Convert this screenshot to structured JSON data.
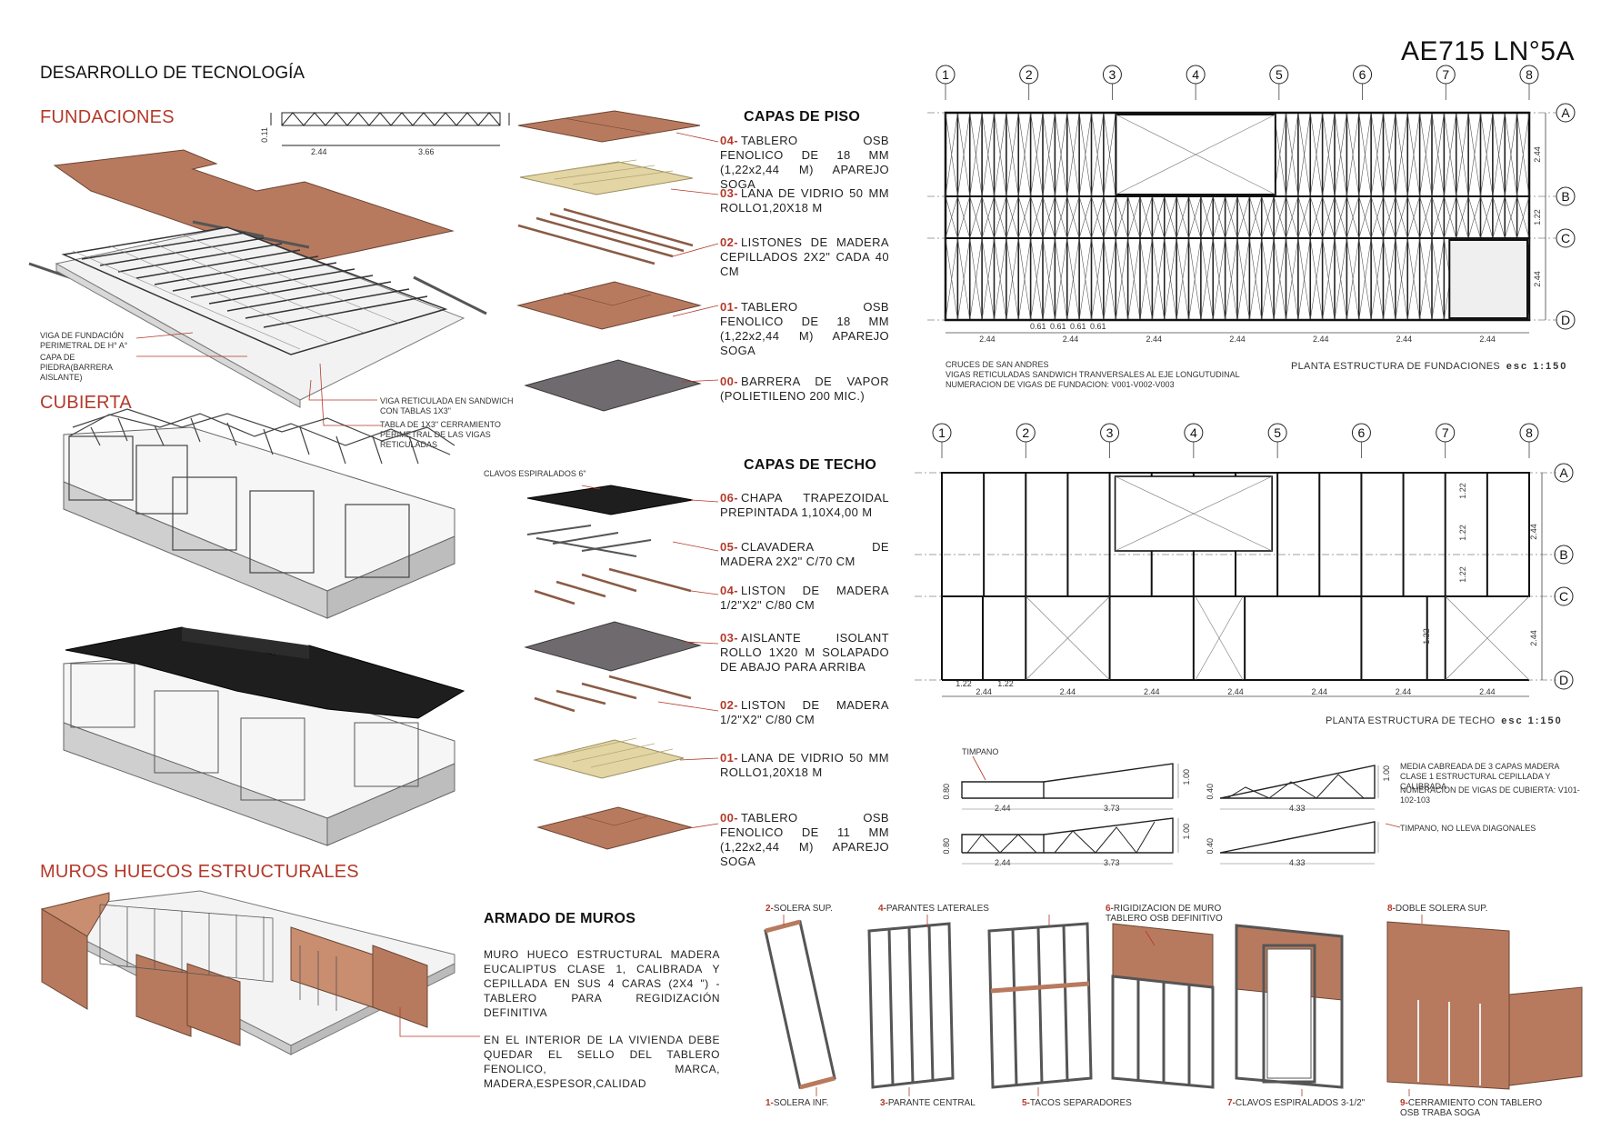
{
  "page": {
    "code": "AE715 LN°5A",
    "title": "DESARROLLO DE TECNOLOGÍA"
  },
  "sections": {
    "fundaciones": "FUNDACIONES",
    "cubierta": "CUBIERTA",
    "muros": "MUROS HUECOS ESTRUCTURALES"
  },
  "found_notes": {
    "viga_perimetral": "VIGA DE FUNDACIÓN PERIMETRAL DE H° A°",
    "capa_piedra": "CAPA DE PIEDRA(BARRERA AISLANTE)",
    "viga_reticulada": "VIGA RETICULADA EN SANDWICH CON TABLAS 1X3\"",
    "tabla": "TABLA DE 1X3\" CERRAMIENTO PERIMETRAL DE LAS VIGAS RETICULADAS",
    "dim_a": "2.44",
    "dim_b": "3.66",
    "dim_h": "0.11"
  },
  "capas_piso": {
    "title": "CAPAS DE PISO",
    "items": [
      {
        "num": "04-",
        "text": "TABLERO OSB FENOLICO DE 18 MM (1,22x2,44 M) APAREJO SOGA"
      },
      {
        "num": "03-",
        "text": "LANA DE VIDRIO 50 MM ROLLO1,20X18 M"
      },
      {
        "num": "02-",
        "text": "LISTONES DE MADERA CEPILLADOS 2X2\" CADA 40 CM"
      },
      {
        "num": "01-",
        "text": "TABLERO OSB FENOLICO DE 18 MM (1,22x2,44 M) APAREJO SOGA"
      },
      {
        "num": "00-",
        "text": "BARRERA DE VAPOR (POLIETILENO 200 MIC.)"
      }
    ]
  },
  "capas_techo": {
    "title": "CAPAS DE TECHO",
    "clavos": "CLAVOS ESPIRALADOS 6\"",
    "items": [
      {
        "num": "06-",
        "text": "CHAPA TRAPEZOIDAL PREPINTADA 1,10X4,00 M"
      },
      {
        "num": "05-",
        "text": "CLAVADERA DE MADERA 2X2\" C/70 CM"
      },
      {
        "num": "04-",
        "text": "LISTON DE MADERA 1/2\"X2\" C/80 CM"
      },
      {
        "num": "03-",
        "text": "AISLANTE ISOLANT ROLLO 1X20 M SOLAPADO DE ABAJO PARA ARRIBA"
      },
      {
        "num": "02-",
        "text": "LISTON DE MADERA 1/2\"X2\" C/80 CM"
      },
      {
        "num": "01-",
        "text": "LANA DE VIDRIO 50 MM ROLLO1,20X18 M"
      },
      {
        "num": "00-",
        "text": "TABLERO OSB FENOLICO DE 11 MM (1,22x2,44 M) APAREJO SOGA"
      }
    ]
  },
  "plan_fund": {
    "cols": [
      "1",
      "2",
      "3",
      "4",
      "5",
      "6",
      "7",
      "8"
    ],
    "rows": [
      "A",
      "B",
      "C",
      "D"
    ],
    "row_dims": [
      "2.44",
      "1.22",
      "2.44"
    ],
    "col_dims": [
      "2.44",
      "2.44",
      "2.44",
      "2.44",
      "2.44",
      "2.44",
      "2.44"
    ],
    "sub_dims": [
      "0.61",
      "0.61",
      "0.61",
      "0.61"
    ],
    "notes": [
      "CRUCES DE SAN ANDRES",
      "VIGAS RETICULADAS SANDWICH TRANVERSALES AL EJE LONGUTUDINAL",
      "NUMERACION DE VIGAS DE FUNDACION: V001-V002-V003"
    ],
    "caption": "PLANTA ESTRUCTURA DE FUNDACIONES",
    "scale": "esc 1:150"
  },
  "plan_techo": {
    "cols": [
      "1",
      "2",
      "3",
      "4",
      "5",
      "6",
      "7",
      "8"
    ],
    "rows": [
      "A",
      "B",
      "C",
      "D"
    ],
    "row_dims": [
      "2.44",
      "2.44"
    ],
    "inner_dims": [
      "1.22",
      "1.22",
      "1.22",
      "1.22"
    ],
    "col_dims": [
      "2.44",
      "2.44",
      "2.44",
      "2.44",
      "2.44",
      "2.44",
      "2.44"
    ],
    "sub_dims": [
      "1.22",
      "1.22"
    ],
    "caption": "PLANTA ESTRUCTURA DE TECHO",
    "scale": "esc 1:150"
  },
  "trusses": {
    "timpano": "TIMPANO",
    "note1": "MEDIA CABREADA DE 3 CAPAS MADERA CLASE 1 ESTRUCTURAL CEPILLADA Y CALIBRADA",
    "note2": "NUMERACION DE VIGAS DE CUBIERTA: V101-102-103",
    "note3": "TIMPANO, NO LLEVA DIAGONALES",
    "d_080": "0.80",
    "d_100": "1.00",
    "d_040": "0.40",
    "d_244": "2.44",
    "d_373": "3.73",
    "d_433": "4.33"
  },
  "armado": {
    "title": "ARMADO DE MUROS",
    "p1": "MURO HUECO ESTRUCTURAL MADERA EUCALIPTUS CLASE 1, CALIBRADA Y CEPILLADA EN SUS 4 CARAS (2X4 \") - TABLERO PARA REGIDIZACIÓN DEFINITIVA",
    "p2": "EN EL INTERIOR DE LA VIVIENDA DEBE QUEDAR EL SELLO DEL TABLERO FENOLICO, MARCA, MADERA,ESPESOR,CALIDAD"
  },
  "wall_steps": {
    "s1": {
      "num": "1-",
      "text": "SOLERA INF."
    },
    "s2": {
      "num": "2-",
      "text": "SOLERA SUP."
    },
    "s3": {
      "num": "3-",
      "text": "PARANTE CENTRAL"
    },
    "s4": {
      "num": "4-",
      "text": "PARANTES LATERALES"
    },
    "s5": {
      "num": "5-",
      "text": "TACOS SEPARADORES"
    },
    "s6": {
      "num": "6-",
      "text": "RIGIDIZACION DE MURO TABLERO OSB DEFINITIVO"
    },
    "s7": {
      "num": "7-",
      "text": "CLAVOS ESPIRALADOS 3-1/2\""
    },
    "s8": {
      "num": "8-",
      "text": "DOBLE SOLERA SUP."
    },
    "s9": {
      "num": "9-",
      "text": "CERRAMIENTO CON TABLERO OSB TRABA SOGA"
    }
  },
  "colors": {
    "accent": "#b3392a",
    "osb": "#b87a5e",
    "wool": "#e3d6a4",
    "vapor": "#6e6a6d",
    "roof": "#1e1e1e"
  }
}
